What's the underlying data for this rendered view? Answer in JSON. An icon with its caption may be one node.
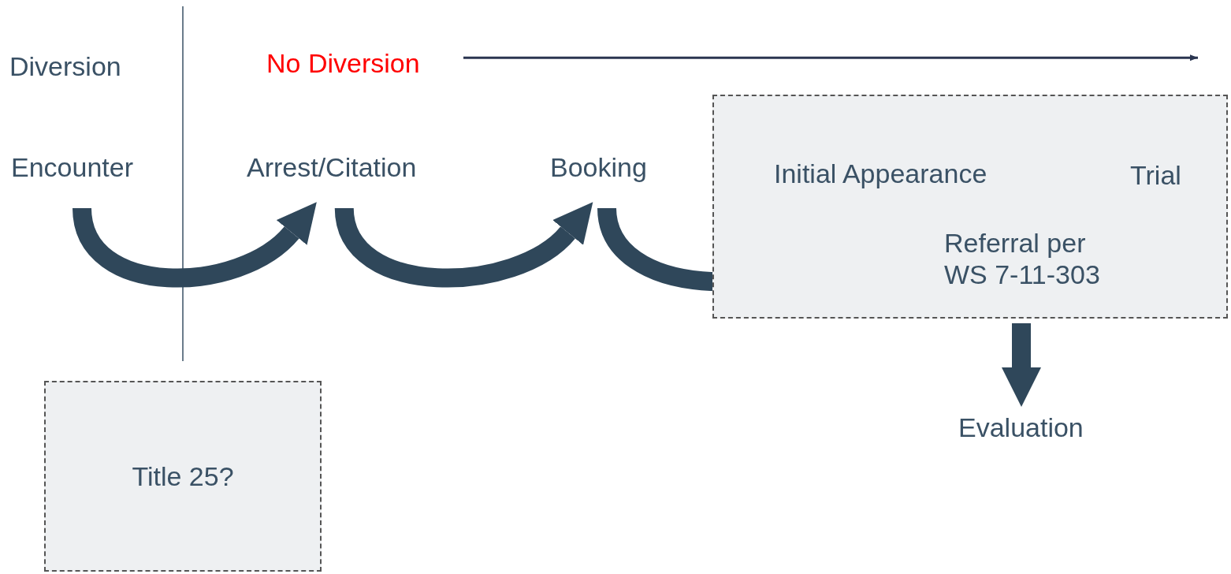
{
  "diagram": {
    "nodes": [
      {
        "text": [
          "Diversion"
        ]
      },
      {
        "text": [
          "No Diversion"
        ]
      },
      {
        "text": [
          "Encounter"
        ]
      },
      {
        "text": [
          "Arrest/Citation"
        ]
      },
      {
        "text": [
          "Booking"
        ]
      },
      {
        "text": [],
        "shape": "box"
      },
      {
        "text": [
          "Initial Appearance"
        ],
        "in": 5
      },
      {
        "text": [
          "Trial"
        ],
        "in": 5
      },
      {
        "text": [
          "Referral per WS 7-11-303"
        ],
        "in": 5
      },
      {
        "text": [
          "Evaluation"
        ]
      },
      {
        "text": [
          "Title 25?"
        ]
      }
    ],
    "edges": [
      {
        "from": 1,
        "to": null,
        "arrow": "to"
      },
      {
        "from": 2,
        "to": 3,
        "arrow": "to"
      },
      {
        "from": 3,
        "to": 4,
        "arrow": "to"
      },
      {
        "from": 4,
        "to": 6,
        "arrow": "to"
      },
      {
        "from": 5,
        "to": 9,
        "arrow": "to"
      }
    ]
  }
}
